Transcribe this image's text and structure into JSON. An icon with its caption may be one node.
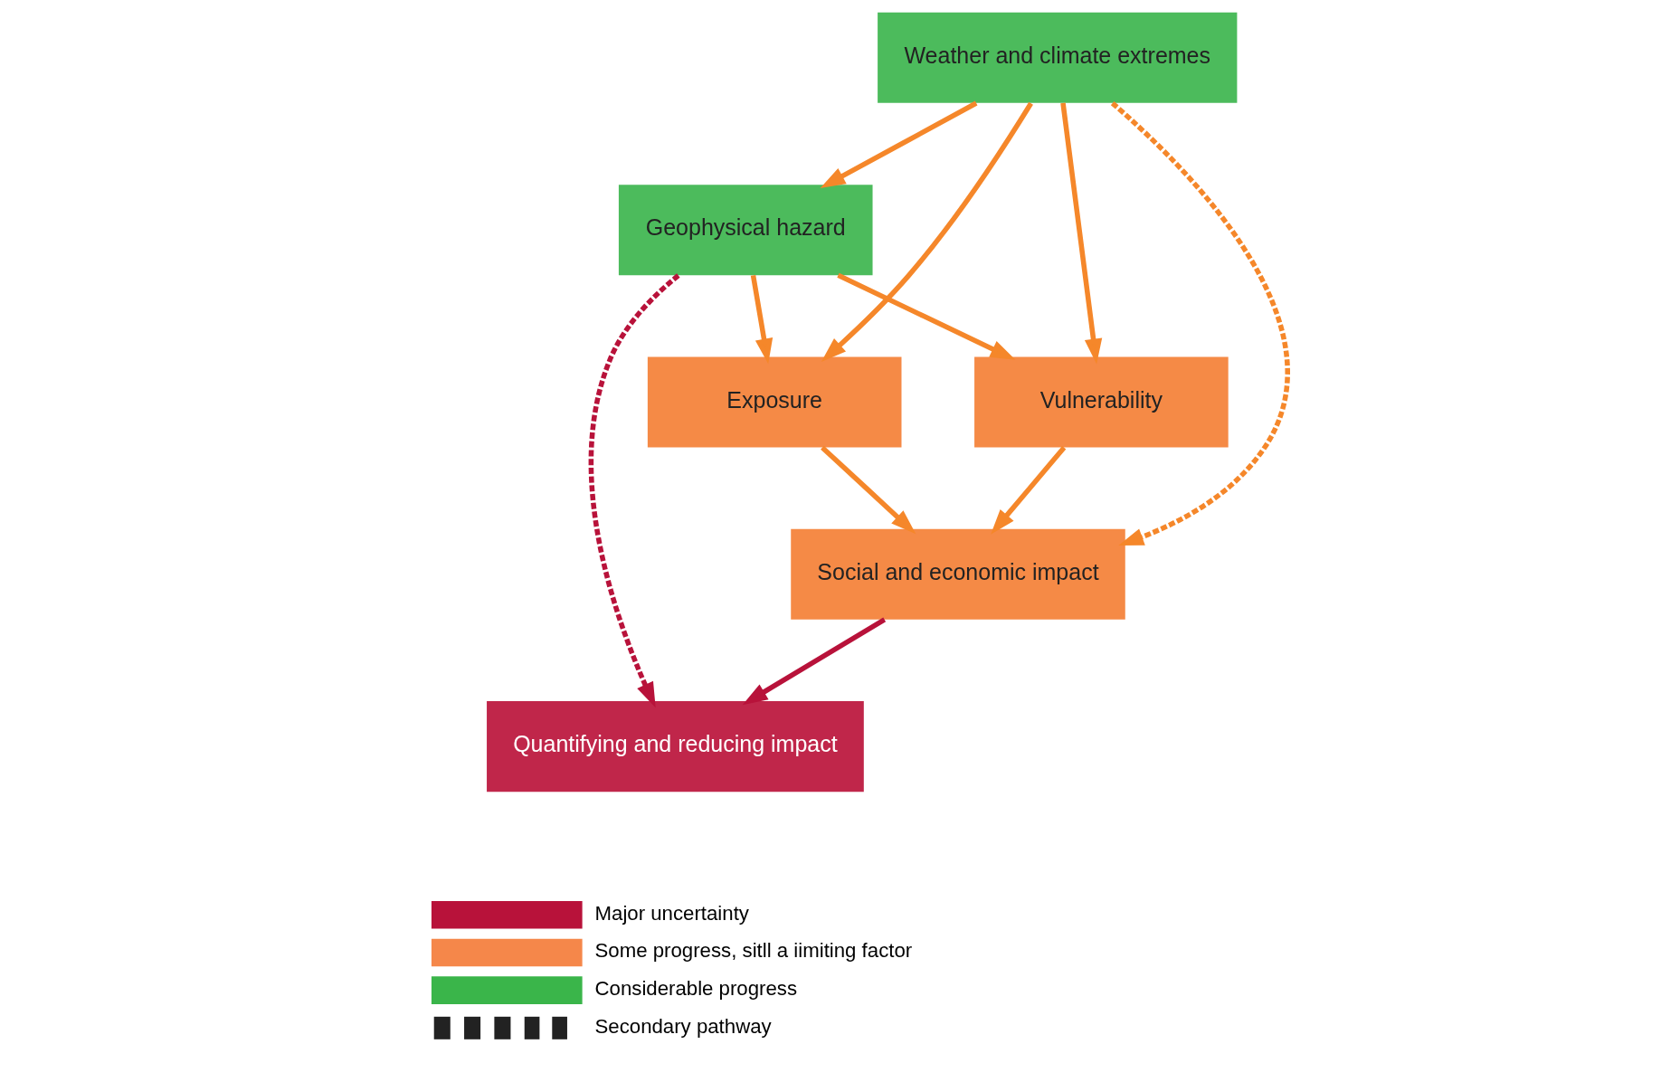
{
  "diagram": {
    "nodes": [
      {
        "text": [
          "Weather and climate extremes"
        ]
      },
      {
        "text": [
          "Geophysical hazard"
        ]
      },
      {
        "text": [
          "Exposure"
        ]
      },
      {
        "text": [
          "Vulnerability"
        ]
      },
      {
        "text": [
          "Social and economic impact"
        ]
      },
      {
        "text": [
          "Quantifying and reducing impact"
        ]
      }
    ],
    "edges": [
      {
        "from": 0,
        "to": 1,
        "arrow": "to"
      },
      {
        "from": 0,
        "to": 2,
        "arrow": "to"
      },
      {
        "from": 0,
        "to": 3,
        "arrow": "to"
      },
      {
        "from": 1,
        "to": 2,
        "arrow": "to"
      },
      {
        "from": 1,
        "to": 3,
        "arrow": "to"
      },
      {
        "from": 0,
        "to": 4,
        "arrow": "to",
        "style": "dashed"
      },
      {
        "from": 2,
        "to": 4,
        "arrow": "to"
      },
      {
        "from": 3,
        "to": 4,
        "arrow": "to"
      },
      {
        "from": 1,
        "to": 5,
        "arrow": "to",
        "style": "dashed",
        "color": "#b8123a"
      },
      {
        "from": 4,
        "to": 5,
        "arrow": "to",
        "color": "#b8123a"
      }
    ],
    "legend": [
      {
        "text": "Major uncertainty",
        "color": "#b8123a"
      },
      {
        "text": "Some progress, sitll a iimiting factor",
        "color": "#f5874a"
      },
      {
        "text": "Considerable progress",
        "color": "#3ab54a"
      },
      {
        "text": "Secondary pathway"
      }
    ]
  }
}
